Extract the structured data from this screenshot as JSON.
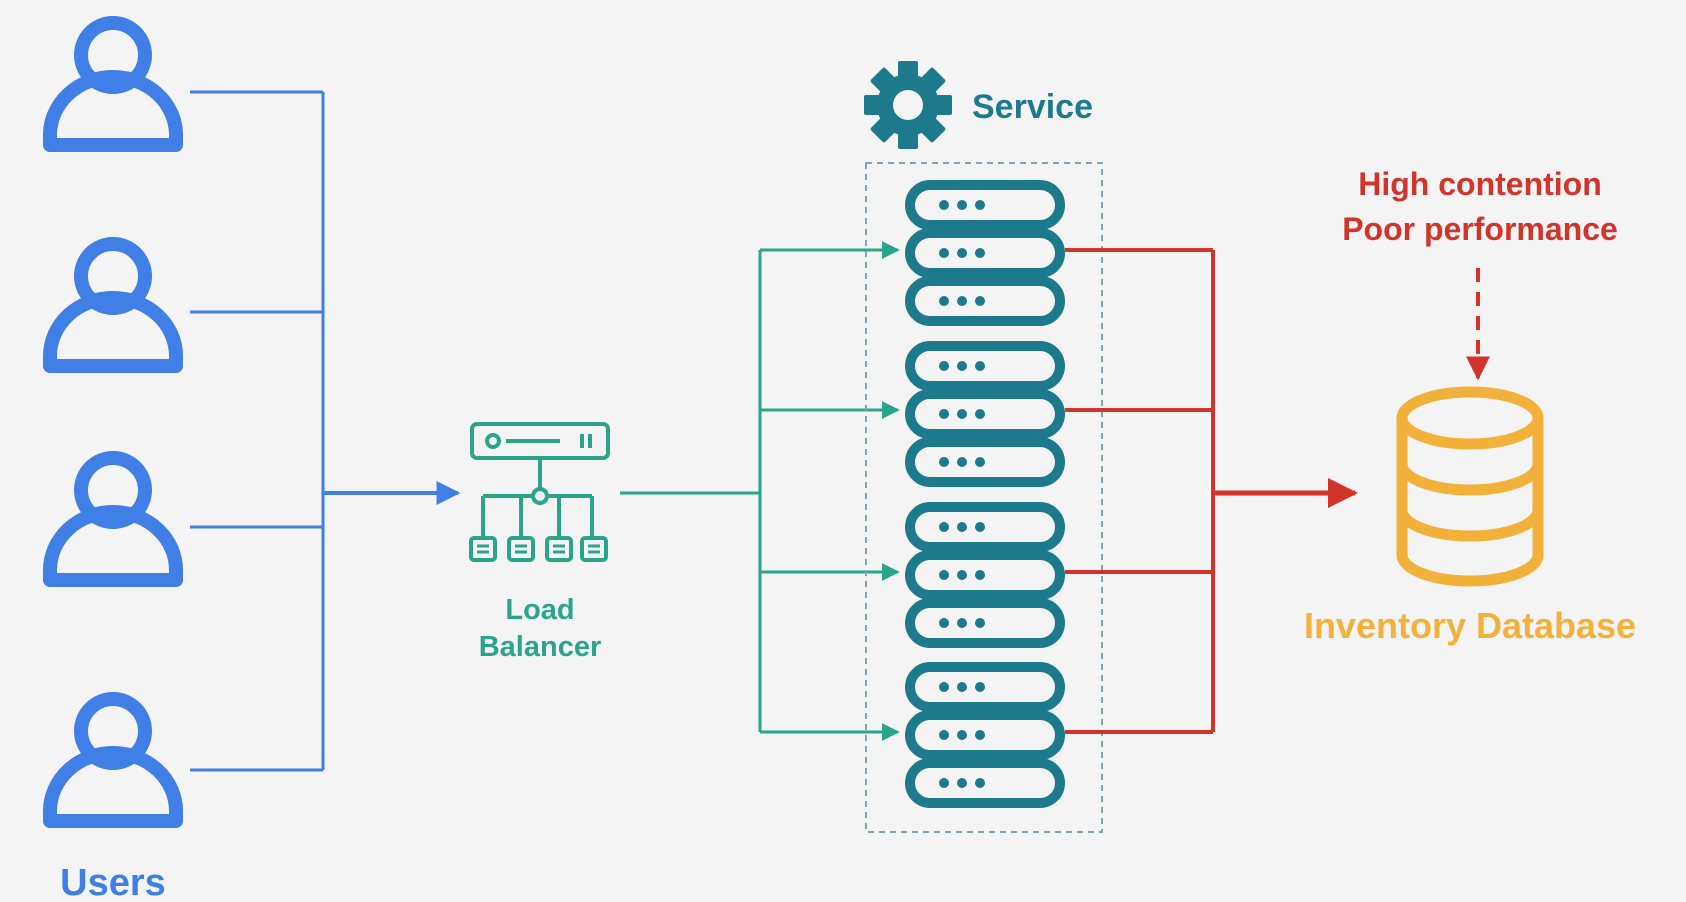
{
  "labels": {
    "users": "Users",
    "load_balancer_line1": "Load",
    "load_balancer_line2": "Balancer",
    "service": "Service",
    "warning_line1": "High contention",
    "warning_line2": "Poor performance",
    "database": "Inventory Database"
  },
  "colors": {
    "background": "#f4f4f4",
    "users_blue": "#3f7fe6",
    "lb_teal": "#2aa58c",
    "service_teal": "#1d7a8c",
    "service_frame": "#7fa5b5",
    "contention_red": "#d2342a",
    "database_orange": "#f2b13a"
  },
  "icons": {
    "user": "user-icon",
    "load_balancer": "load-balancer-icon",
    "gear": "gear-icon",
    "server": "server-icon",
    "database": "database-icon"
  }
}
